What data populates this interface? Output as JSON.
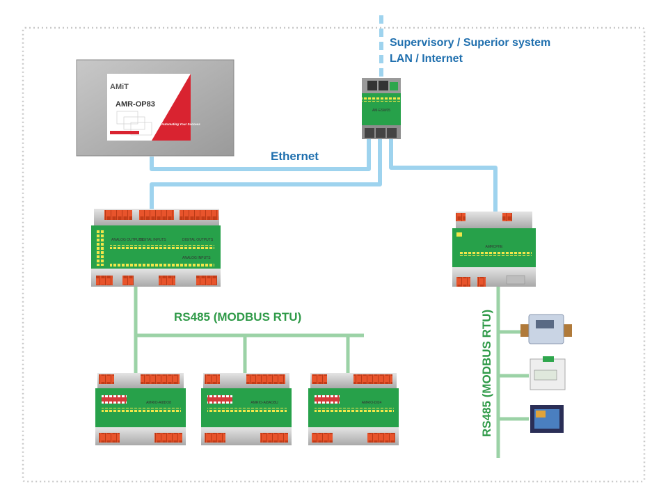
{
  "labels": {
    "supervisory_line1": "Supervisory / Superior system",
    "supervisory_line2": "LAN / Internet",
    "ethernet": "Ethernet",
    "rs485_horizontal": "RS485 (MODBUS RTU)",
    "rs485_vertical": "RS485 (MODBUS RTU)"
  },
  "devices": {
    "panel": {
      "logo": "AMiT",
      "model": "AMR-OP83",
      "slogan": "Automating Your Success"
    },
    "switch": {
      "model": "AM-ESW05"
    },
    "main_controller": {
      "group_labels": [
        "ANALOG OUTPUTS",
        "DIGITAL INPUTS",
        "DIGITAL OUTPUTS",
        "ANALOG INPUTS"
      ]
    },
    "gateway": {
      "model": "AMRCPHE"
    },
    "io_modules": [
      {
        "model": "AMRIO-AI8DO8"
      },
      {
        "model": "AMRIO-AI8AO8U"
      },
      {
        "model": "AMRIO-DI24"
      }
    ]
  },
  "colors": {
    "ethernet_line": "#9ed3ee",
    "rs485_line": "#9bd2a6",
    "label_blue": "#1f6fae",
    "label_green": "#2f9a48",
    "module_green": "#27a14a",
    "terminal_orange": "#e8542c",
    "frame_dots": "#c9c9c9"
  }
}
